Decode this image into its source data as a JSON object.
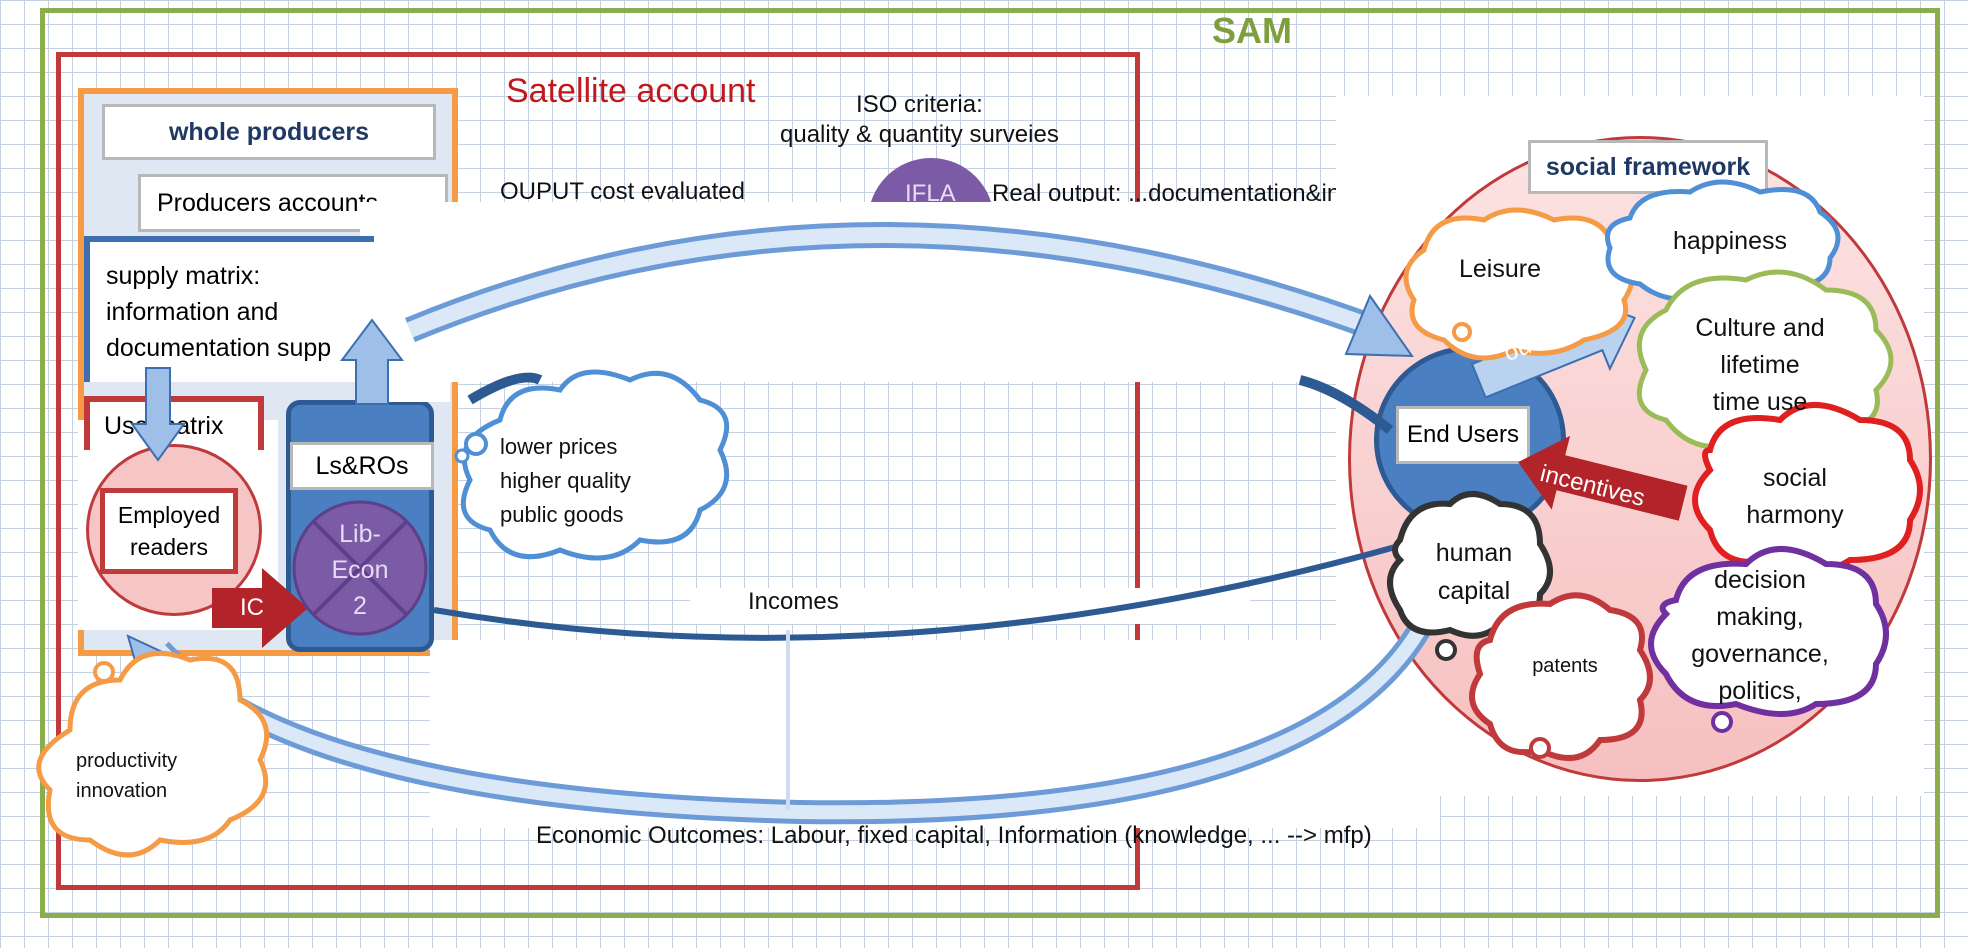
{
  "colors": {
    "sam_green": "#8aad4e",
    "satellite_red": "#c0393b",
    "producers_orange": "#f59a45",
    "blue_dark": "#3d6fb0",
    "blue_light": "#9ec0e8",
    "purple": "#7b5aa6",
    "pink_fill": "#f6c6c6",
    "cloud_orange": "#f59a45",
    "cloud_blue": "#4f8fd6",
    "cloud_green": "#9bbb59",
    "cloud_red": "#e02020",
    "cloud_purple": "#7030a0",
    "cloud_black": "#333333",
    "cloud_darkred": "#c0393b"
  },
  "sam": {
    "title": "SAM"
  },
  "satellite": {
    "title": "Satellite account"
  },
  "producers": {
    "whole_producers": "whole producers",
    "producers_accounts": "Producers  accounts",
    "supply_matrix": [
      "supply matrix:",
      "information and",
      "documentation supp"
    ],
    "use_matrix": "Use matrix",
    "employed_readers": [
      "Employed",
      "readers"
    ],
    "ic_label": "IC"
  },
  "libraries": {
    "ls_ros": "Ls&ROs",
    "lib_econ": [
      "Lib-",
      "Econ",
      "2"
    ],
    "ifla": "IFLA"
  },
  "annotations": {
    "iso_criteria": [
      "ISO criteria:",
      "quality & quantity surveies"
    ],
    "output_cost": "OUPUT cost evaluated",
    "real_output": "Real output: ...documentation&info",
    "incomes": "Incomes",
    "economic_outcomes": "Economic  Outcomes:  Labour, fixed capital,  Information (knowledge, ... --> mfp)"
  },
  "clouds": {
    "public_goods": [
      "lower prices",
      "higher quality",
      "public goods"
    ],
    "productivity": [
      "productivity",
      "innovation"
    ],
    "leisure": "Leisure",
    "happiness": "happiness",
    "culture": [
      "Culture and",
      "lifetime",
      "time use"
    ],
    "social_harmony": [
      "social",
      "harmony"
    ],
    "decision": [
      "decision",
      "making,",
      "governance,",
      "politics,"
    ],
    "human_capital": [
      "human",
      "capital"
    ],
    "patents": "patents"
  },
  "social": {
    "framework_title": "social framework",
    "end_users": "End Users",
    "outcomes_arrow": "outcomes",
    "incentives_arrow": "incentives"
  }
}
